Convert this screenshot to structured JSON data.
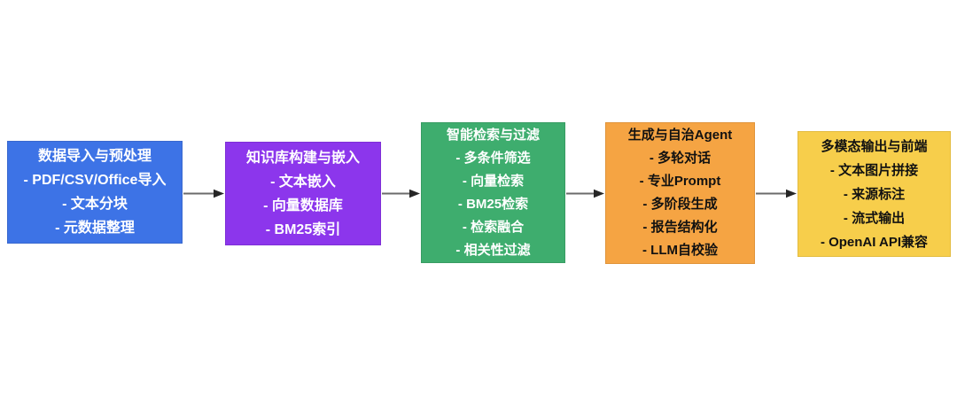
{
  "page": {
    "background_color": "#ffffff"
  },
  "diagram": {
    "type": "flowchart",
    "direction": "left-to-right",
    "arrow_color": "#6b6b6b",
    "arrow_head_color": "#262626",
    "stages": [
      {
        "title": "数据导入与预处理",
        "items": [
          "- PDF/CSV/Office导入",
          "- 文本分块",
          "- 元数据整理"
        ],
        "fill": "#3D73E6",
        "border": "#3968CE",
        "text_color": "#FFFFFF"
      },
      {
        "title": "知识库构建与嵌入",
        "items": [
          "- 文本嵌入",
          "- 向量数据库",
          "- BM25索引"
        ],
        "fill": "#8C36EC",
        "border": "#7E2FD6",
        "text_color": "#FFFFFF"
      },
      {
        "title": "智能检索与过滤",
        "items": [
          "- 多条件筛选",
          "- 向量检索",
          "- BM25检索",
          "- 检索融合",
          "- 相关性过滤"
        ],
        "fill": "#3EAD6E",
        "border": "#389C63",
        "text_color": "#FFFFFF"
      },
      {
        "title": "生成与自治Agent",
        "items": [
          "- 多轮对话",
          "- 专业Prompt",
          "- 多阶段生成",
          "- 报告结构化",
          "- LLM自校验"
        ],
        "fill": "#F5A443",
        "border": "#E0943A",
        "text_color": "#111111"
      },
      {
        "title": "多模态输出与前端",
        "items": [
          "- 文本图片拼接",
          "- 来源标注",
          "- 流式输出",
          "- OpenAI API兼容"
        ],
        "fill": "#F7CE4B",
        "border": "#E3BC40",
        "text_color": "#111111"
      }
    ]
  }
}
